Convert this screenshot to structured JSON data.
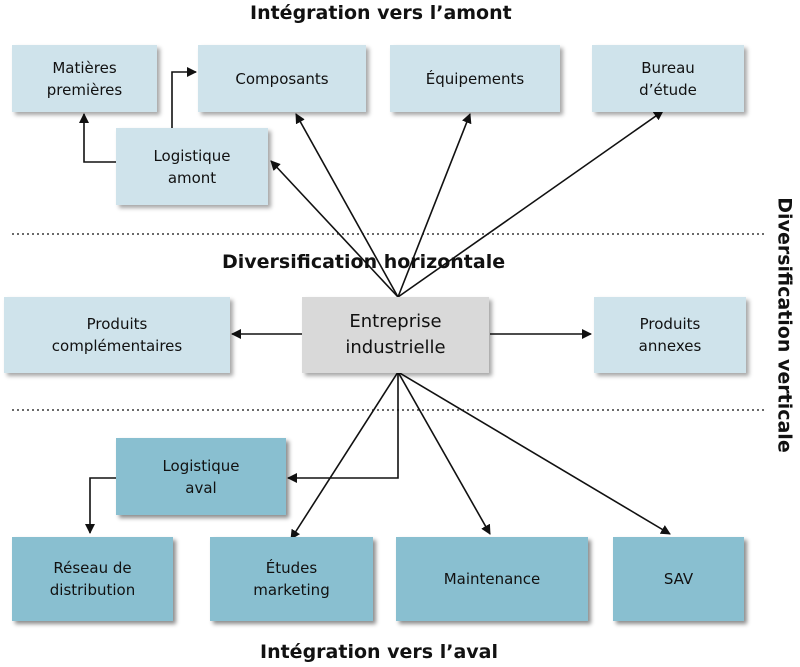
{
  "headings": {
    "upstream": "Intégration vers l’amont",
    "horizontal": "Diversification horizontale",
    "downstream": "Intégration vers l’aval",
    "vertical": "Diversification verticale"
  },
  "upstream": {
    "raw_materials": "Matières\npremières",
    "components": "Composants",
    "equipment": "Équipements",
    "design_office": "Bureau\nd’étude",
    "upstream_logistics": "Logistique\namont"
  },
  "center": {
    "company": "Entreprise\nindustrielle",
    "complementary_products": "Produits\ncomplémentaires",
    "related_products": "Produits\nannexes"
  },
  "downstream": {
    "downstream_logistics": "Logistique\naval",
    "distribution_network": "Réseau de\ndistribution",
    "marketing_studies": "Études\nmarketing",
    "maintenance": "Maintenance",
    "after_sales": "SAV"
  },
  "colors": {
    "upstream_box": "#cfe3eb",
    "downstream_box": "#89bfd0",
    "center_box": "#d9d9d9",
    "lines": "#111111"
  }
}
